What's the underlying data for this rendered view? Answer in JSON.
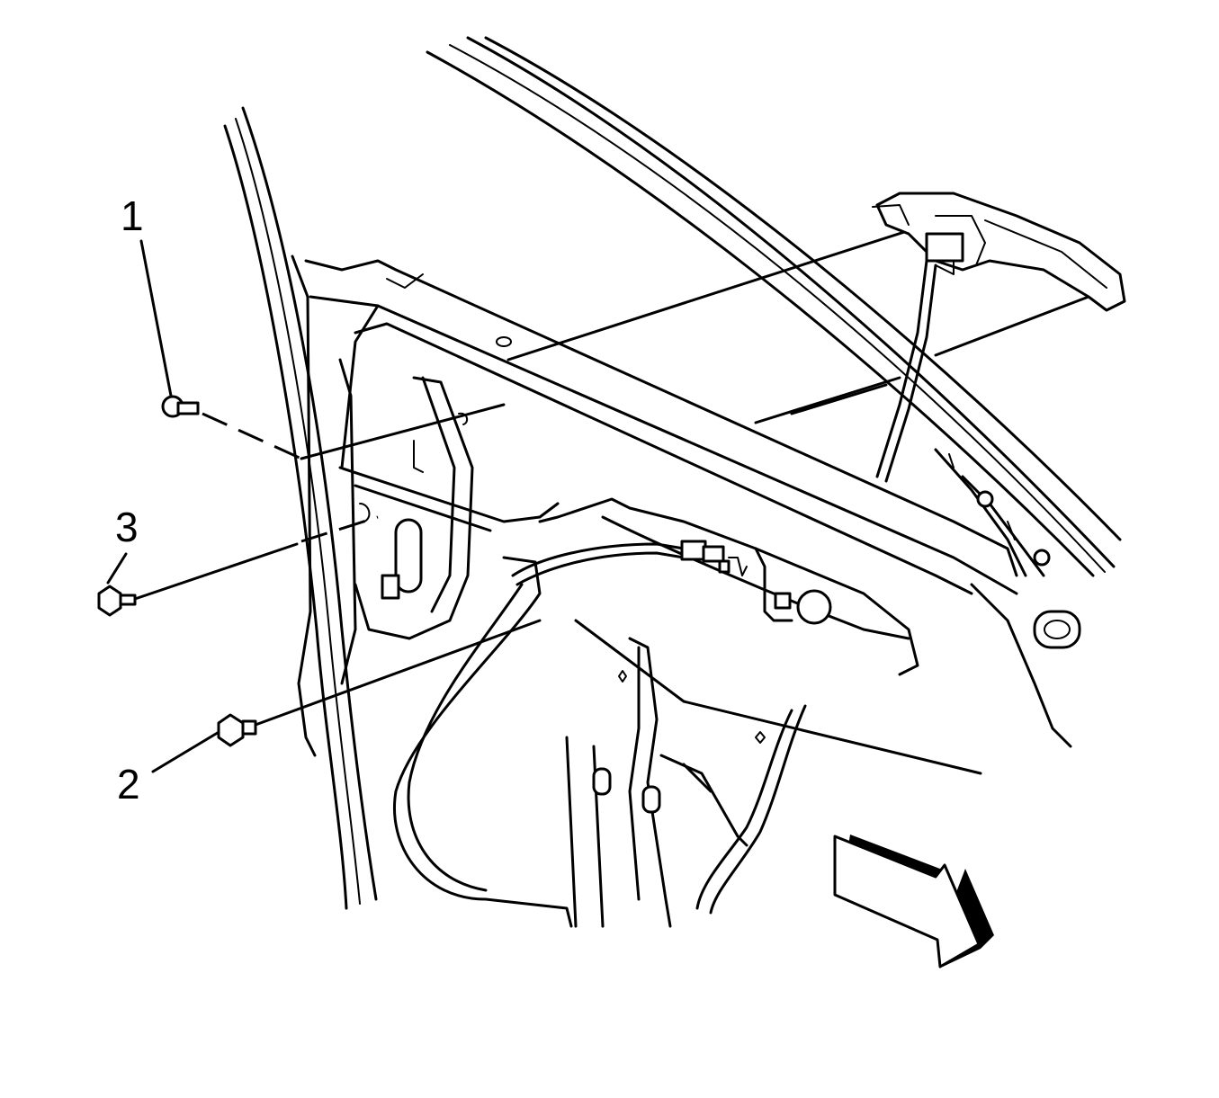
{
  "callouts": [
    {
      "id": "1",
      "label": "1"
    },
    {
      "id": "2",
      "label": "2"
    },
    {
      "id": "3",
      "label": "3"
    }
  ],
  "icons": {
    "direction_arrow": "front-direction-arrow-icon"
  },
  "colors": {
    "line": "#000000",
    "background": "#ffffff"
  }
}
